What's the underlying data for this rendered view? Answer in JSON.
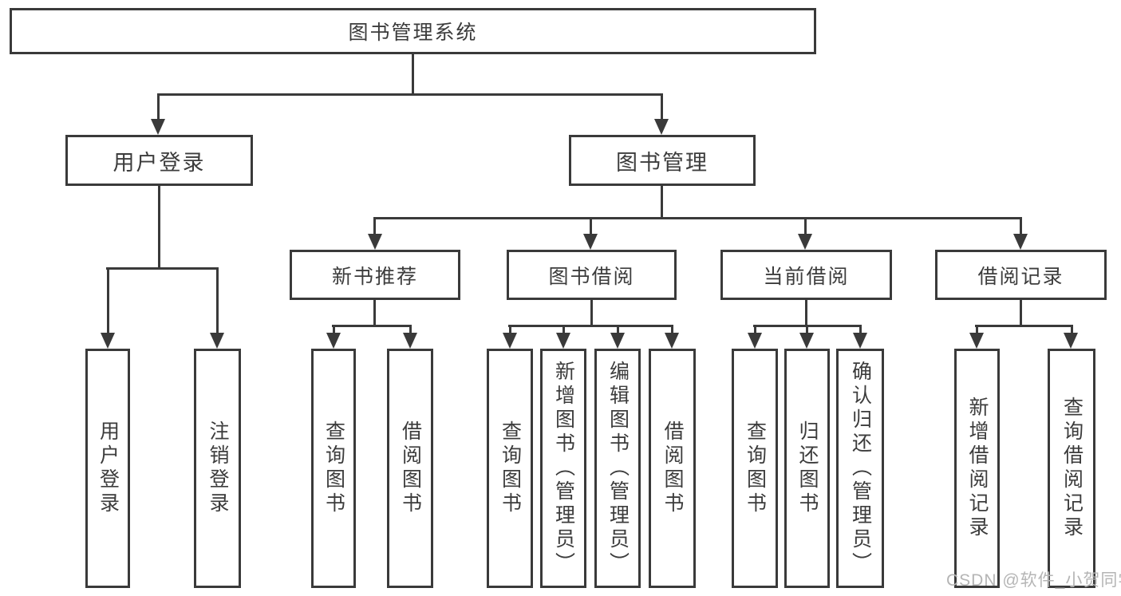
{
  "tree": {
    "root": {
      "label": "图书管理系统",
      "children": [
        {
          "label": "用户登录",
          "children": [
            {
              "label": "用户登录"
            },
            {
              "label": "注销登录"
            }
          ]
        },
        {
          "label": "图书管理",
          "children": [
            {
              "label": "新书推荐",
              "children": [
                {
                  "label": "查询图书"
                },
                {
                  "label": "借阅图书"
                }
              ]
            },
            {
              "label": "图书借阅",
              "children": [
                {
                  "label": "查询图书"
                },
                {
                  "label": "新增图书（管理员）"
                },
                {
                  "label": "编辑图书（管理员）"
                },
                {
                  "label": "借阅图书"
                }
              ]
            },
            {
              "label": "当前借阅",
              "children": [
                {
                  "label": "查询图书"
                },
                {
                  "label": "归还图书"
                },
                {
                  "label": "确认归还（管理员）"
                }
              ]
            },
            {
              "label": "借阅记录",
              "children": [
                {
                  "label": "新增借阅记录"
                },
                {
                  "label": "查询借阅记录"
                }
              ]
            }
          ]
        }
      ]
    }
  },
  "watermark": {
    "text": "CSDN @软件_小贺同学"
  },
  "colors": {
    "line": "#3a3a3a",
    "text": "#3c3c3c",
    "background": "#ffffff",
    "watermark": "#b5b5b5"
  }
}
